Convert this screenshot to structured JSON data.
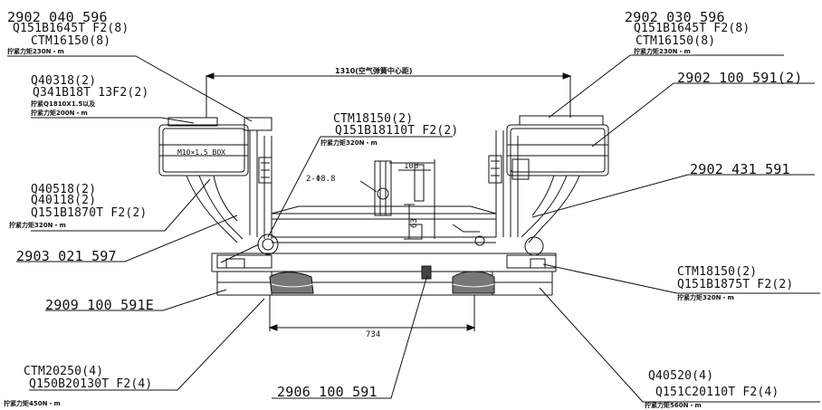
{
  "callouts": {
    "top_left": {
      "lines": [
        "2902 040 596",
        "Q151B1645T F2(8)",
        "CTM16150(8)"
      ],
      "torque": "拧紧力矩230N・m"
    },
    "top_right": {
      "lines": [
        "2902 030 596",
        "Q151B1645T F2(8)",
        "CTM16150(8)"
      ],
      "torque": "拧紧力矩230N・m"
    },
    "left_upper": {
      "lines": [
        "Q40318(2)",
        "Q341B18T 13F2(2)"
      ],
      "sub": "拧紧Q1810X1.5以及",
      "torque": "拧紧力矩200N・m"
    },
    "right_upper": {
      "lines": [
        "2902 100 591(2)"
      ]
    },
    "center_top": {
      "lines": [
        "CTM18150(2)",
        "Q151B18110T F2(2)"
      ],
      "torque": "拧紧力矩320N・m"
    },
    "right_mid": {
      "lines": [
        "2902 431 591"
      ]
    },
    "left_mid": {
      "lines": [
        "Q40518(2)",
        "Q40118(2)",
        "Q151B1870T F2(2)"
      ],
      "torque": "拧紧力矩320N・m"
    },
    "left_lower": {
      "lines": [
        "2903 021 597"
      ]
    },
    "right_lower": {
      "lines": [
        "CTM18150(2)",
        "Q151B1875T F2(2)"
      ],
      "torque": "拧紧力矩320N・m"
    },
    "left_bottom": {
      "lines": [
        "2909 100 591E"
      ]
    },
    "bottom_left": {
      "lines": [
        "CTM20250(4)",
        "Q150B20130T F2(4)"
      ],
      "torque": "拧紧力矩450N・m"
    },
    "bottom_center": {
      "lines": [
        "2906 100 591"
      ]
    },
    "bottom_right": {
      "lines": [
        "Q40520(4)",
        "Q151C20110T F2(4)"
      ],
      "torque": "拧紧力矩560N・m"
    }
  },
  "dimensions": {
    "top_span": "1310(空气弹簧中心距)",
    "bottom_span": "734",
    "bag_label": "M10×1.5 BOX",
    "hole_label": "2-Φ8.8",
    "small_dim": "108",
    "vertical_dim": "63"
  }
}
